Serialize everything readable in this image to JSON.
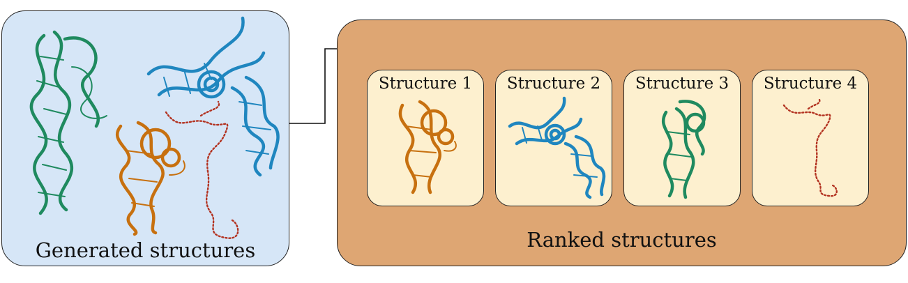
{
  "generated": {
    "caption": "Generated structures",
    "molecules": [
      {
        "name": "green",
        "color": "#1f8a5f"
      },
      {
        "name": "blue",
        "color": "#1f86bf"
      },
      {
        "name": "orange",
        "color": "#c7700f"
      },
      {
        "name": "red",
        "color": "#b33321"
      }
    ]
  },
  "ranked": {
    "caption": "Ranked structures",
    "cards": [
      {
        "title": "Structure 1",
        "color": "#c7700f"
      },
      {
        "title": "Structure 2",
        "color": "#1f86bf"
      },
      {
        "title": "Structure 3",
        "color": "#1f8a5f"
      },
      {
        "title": "Structure 4",
        "color": "#b33321"
      }
    ]
  },
  "colors": {
    "generated_bg": "#d6e6f7",
    "ranked_bg": "#dea673",
    "card_bg": "#fdf0cf"
  }
}
